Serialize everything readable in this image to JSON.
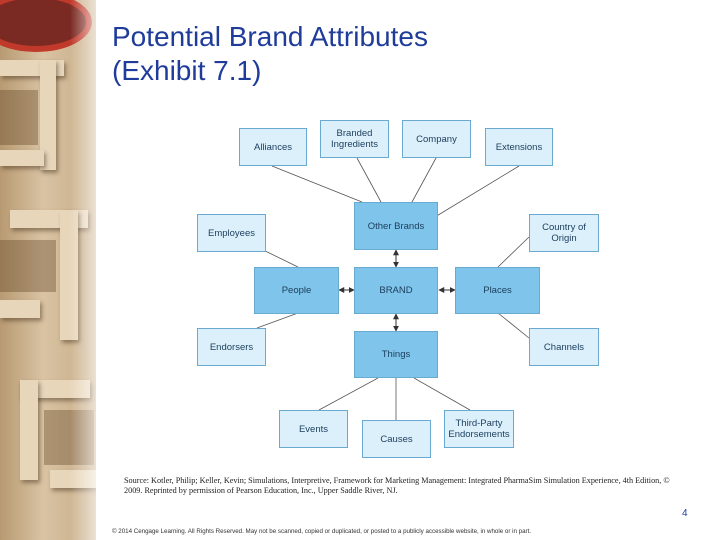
{
  "slide": {
    "title_line1": "Potential Brand Attributes",
    "title_line2": "(Exhibit 7.1)",
    "page_number": "4",
    "footer": "© 2014 Cengage Learning. All Rights Reserved. May not be scanned, copied or duplicated, or posted to a publicly accessible website, in whole or in part."
  },
  "diagram": {
    "nodes": {
      "alliances": "Alliances",
      "branded_ingredients": "Branded Ingredients",
      "company": "Company",
      "extensions": "Extensions",
      "employees": "Employees",
      "other_brands": "Other Brands",
      "country_of_origin": "Country of Origin",
      "people": "People",
      "brand": "BRAND",
      "places": "Places",
      "endorsers": "Endorsers",
      "things": "Things",
      "channels": "Channels",
      "events": "Events",
      "causes": "Causes",
      "third_party": "Third-Party Endorsements"
    },
    "colors": {
      "light_box": "#dcf0fb",
      "mid_box": "#7fc4ea",
      "line": "#555555",
      "title": "#1f3c9a"
    }
  },
  "source": {
    "text": "Source: Kotler, Philip; Keller, Kevin; Simulations, Interpretive, Framework for Marketing Management: Integrated PharmaSim Simulation Experience, 4th Edition, © 2009. Reprinted by permission of Pearson Education, Inc., Upper Saddle River, NJ."
  }
}
